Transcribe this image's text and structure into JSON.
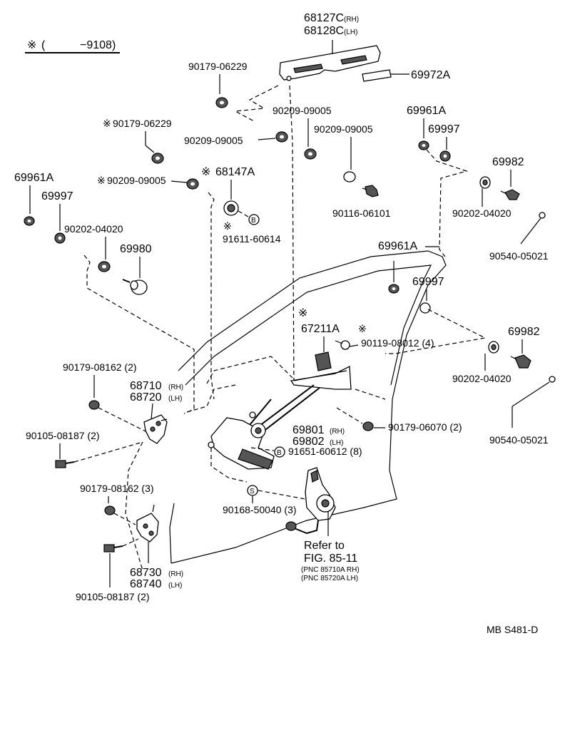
{
  "header": {
    "mark": "※",
    "range_open": "(",
    "range_value": "−9108)"
  },
  "labels": {
    "p68127c": "68127C",
    "p68127c_side": "(RH)",
    "p68128c": "68128C",
    "p68128c_side": "(LH)",
    "p69972a": "69972A",
    "p90179_06229_top": "90179-06229",
    "p90209_09005_a": "90209-09005",
    "p90209_09005_b": "90209-09005",
    "p90209_09005_c": "90209-09005",
    "p90179_06229_star": "90179-06229",
    "p90209_09005_star": "90209-09005",
    "p68147a": "68147A",
    "p69961a_a": "69961A",
    "p69997_a": "69997",
    "p69961a_b": "69961A",
    "p69997_b": "69997",
    "p69982_a": "69982",
    "p90202_04020_a": "90202-04020",
    "p90116_06101": "90116-06101",
    "p90540_05021_a": "90540-05021",
    "p91611_60614": "91611-60614",
    "p90202_04020_b": "90202-04020",
    "p69980": "69980",
    "p69961a_c": "69961A",
    "p69997_c": "69997",
    "p67211a": "67211A",
    "p90119_08012": "90119-08012 (4)",
    "p69982_b": "69982",
    "p90202_04020_c": "90202-04020",
    "p90179_08162_2": "90179-08162 (2)",
    "p68710": "68710",
    "p68710_side": "(RH)",
    "p68720": "68720",
    "p68720_side": "(LH)",
    "p90105_08187_a": "90105-08187 (2)",
    "p69801": "69801",
    "p69801_side": "(RH)",
    "p69802": "69802",
    "p69802_side": "(LH)",
    "p90179_06070": "90179-06070 (2)",
    "p90540_05021_b": "90540-05021",
    "p91651_60612": "91651-60612 (8)",
    "p90179_08162_3": "90179-08162 (3)",
    "p90168_50040": "90168-50040 (3)",
    "refer_to": "Refer to",
    "fig": "FIG. 85-11",
    "pnc_rh": "(PNC 85710A RH)",
    "pnc_lh": "(PNC 85720A LH)",
    "p68730": "68730",
    "p68730_side": "(RH)",
    "p68740": "68740",
    "p68740_side": "(LH)",
    "p90105_08187_b": "90105-08187 (2)",
    "doc_code": "MB S481-D",
    "star": "※",
    "circle_b": "B",
    "circle_s": "S"
  }
}
